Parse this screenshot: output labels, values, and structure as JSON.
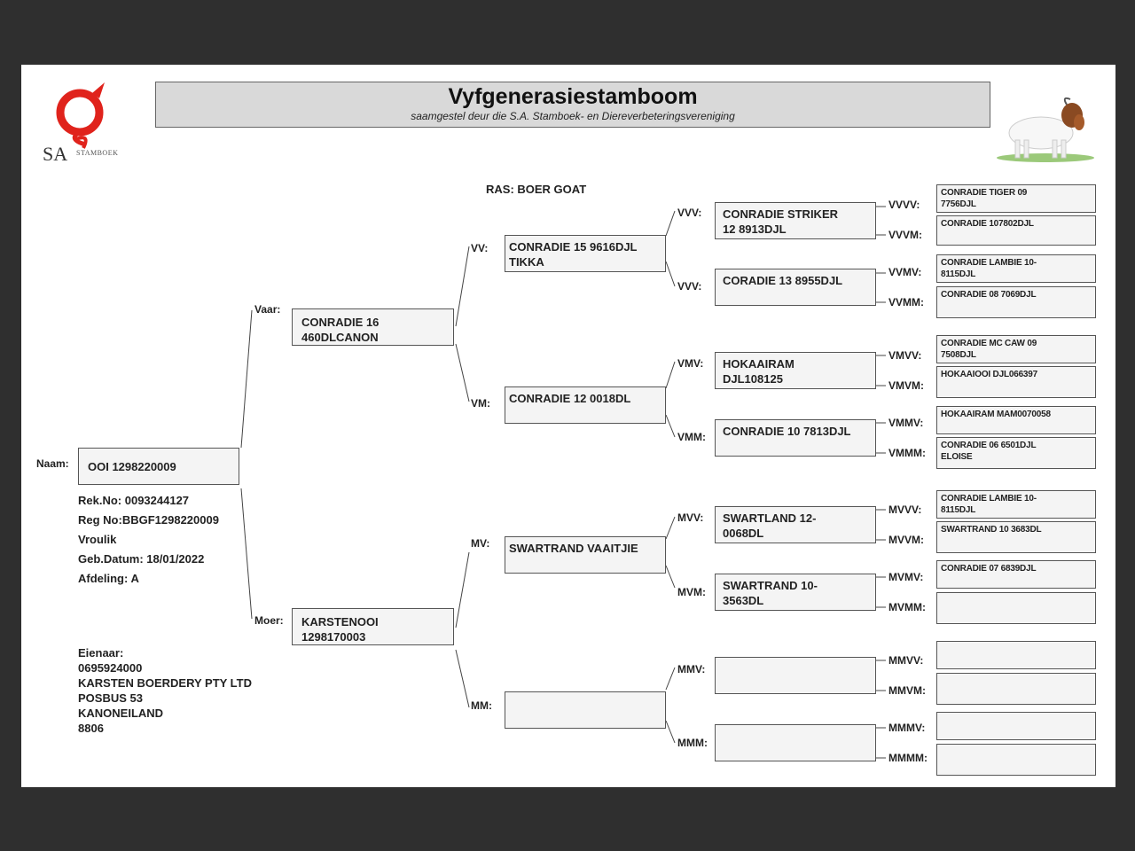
{
  "header": {
    "title": "Vyfgenerasiestamboom",
    "subtitle": "saamgestel deur die S.A. Stamboek- en Diereverbeteringsvereniging"
  },
  "logo": {
    "text": "SA",
    "small_text": "STAMBOEK"
  },
  "ras": "RAS: BOER GOAT",
  "subject": {
    "label": "Naam:",
    "name": "OOI 1298220009",
    "rek": "Rek.No: 0093244127",
    "reg": "Reg No:BBGF1298220009",
    "sex": "Vroulik",
    "dob": "Geb.Datum: 18/01/2022",
    "afdeling": "Afdeling: A"
  },
  "owner": {
    "title": "Eienaar:",
    "lines": [
      "0695924000",
      "KARSTEN BOERDERY PTY LTD",
      "POSBUS 53",
      "KANONEILAND",
      "8806"
    ]
  },
  "labels": {
    "vaar": "Vaar:",
    "moer": "Moer:",
    "vv": "VV:",
    "vm": "VM:",
    "mv": "MV:",
    "mm": "MM:",
    "vvv": "VVV:",
    "vvm": "VVV:",
    "vmv": "VMV:",
    "vmm": "VMM:",
    "mvv": "MVV:",
    "mvm": "MVM:",
    "mmv": "MMV:",
    "mmm": "MMM:",
    "vvvv": "VVVV:",
    "vvvm": "VVVM:",
    "vvmv": "VVMV:",
    "vvmm": "VVMM:",
    "vmvv": "VMVV:",
    "vmvm": "VMVM:",
    "vmmv": "VMMV:",
    "vmmm": "VMMM:",
    "mvvv": "MVVV:",
    "mvvm": "MVVM:",
    "mvmv": "MVMV:",
    "mvmm": "MVMM:",
    "mmvv": "MMVV:",
    "mmvm": "MMVM:",
    "mmmv": "MMMV:",
    "mmmm": "MMMM:"
  },
  "gen1": {
    "vaar": [
      "CONRADIE 16",
      "460DLCANON"
    ],
    "moer": [
      "KARSTENOOI",
      "1298170003"
    ]
  },
  "gen2": {
    "vv": [
      "CONRADIE 15 9616DJL",
      "TIKKA"
    ],
    "vm": [
      "CONRADIE 12 0018DL"
    ],
    "mv": [
      "SWARTRAND VAAITJIE"
    ],
    "mm": []
  },
  "gen3": {
    "vvv": [
      "CONRADIE STRIKER",
      "12 8913DJL"
    ],
    "vvm": [
      "CORADIE 13 8955DJL"
    ],
    "vmv": [
      "HOKAAIRAM",
      "DJL108125"
    ],
    "vmm": [
      "CONRADIE 10 7813DJL"
    ],
    "mvv": [
      "SWARTLAND 12-",
      "0068DL"
    ],
    "mvm": [
      "SWARTRAND 10-",
      "3563DL"
    ],
    "mmv": [],
    "mmm": []
  },
  "gen4": {
    "vvvv": [
      "CONRADIE TIGER 09",
      "7756DJL"
    ],
    "vvvm": [
      "CONRADIE 107802DJL"
    ],
    "vvmv": [
      "CONRADIE LAMBIE 10-",
      "8115DJL"
    ],
    "vvmm": [
      "CONRADIE 08 7069DJL"
    ],
    "vmvv": [
      "CONRADIE MC CAW 09",
      "7508DJL"
    ],
    "vmvm": [
      "HOKAAIOOI DJL066397"
    ],
    "vmmv": [
      "HOKAAIRAM MAM0070058"
    ],
    "vmmm": [
      "CONRADIE 06 6501DJL",
      "ELOISE"
    ],
    "mvvv": [
      "CONRADIE LAMBIE 10-",
      "8115DJL"
    ],
    "mvvm": [
      "SWARTRAND 10 3683DL"
    ],
    "mvmv": [
      "CONRADIE 07 6839DJL"
    ],
    "mvmm": [],
    "mmvv": [],
    "mmvm": [],
    "mmmv": [],
    "mmmm": []
  }
}
